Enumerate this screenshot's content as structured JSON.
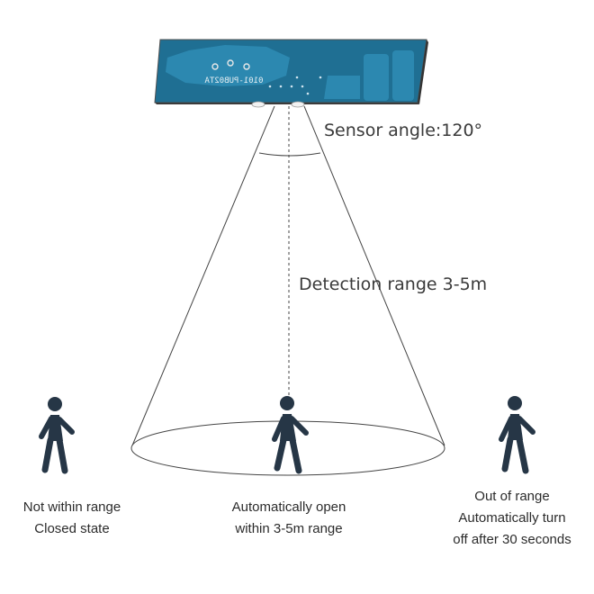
{
  "sensor": {
    "angle_label": "Sensor angle:120°",
    "board_print": "0101-PUB02TA"
  },
  "detection": {
    "range_label": "Detection range 3-5m"
  },
  "people": [
    {
      "line1": "Not within range",
      "line2": "Closed state",
      "line3": ""
    },
    {
      "line1": "Automatically open",
      "line2": "within 3-5m range",
      "line3": ""
    },
    {
      "line1": "Out of range",
      "line2": "Automatically turn",
      "line3": "off after 30 seconds"
    }
  ],
  "colors": {
    "board": "#1f6f93",
    "board_light": "#2c88b0",
    "person": "#263646",
    "lines": "#444444"
  }
}
